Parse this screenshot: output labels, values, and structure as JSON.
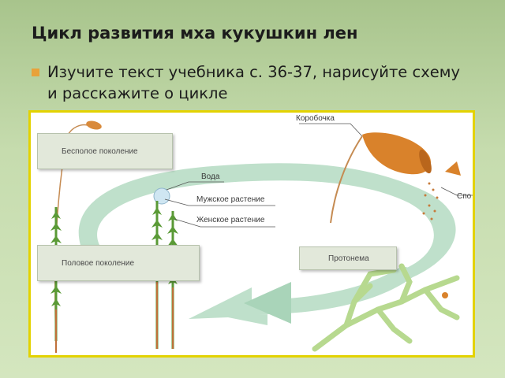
{
  "slide": {
    "title": "Цикл развития мха кукушкин лен",
    "bullet": "Изучите  текст учебника с. 36-37, нарисуйте схему и расскажите о цикле"
  },
  "diagram": {
    "labels": {
      "capsule": "Коробочка",
      "water": "Вода",
      "male_plant": "Мужское растение",
      "female_plant": "Женское растение",
      "spores": "Спо",
      "asexual_generation": "Бесполое поколение",
      "sexual_generation": "Половое поколение",
      "protonema": "Протонема"
    }
  },
  "colors": {
    "accent_bullet": "#e8a23a",
    "frame_border": "#e3d200",
    "cycle_arrow": "#b8dcc6",
    "moss_green": "#5a9a36",
    "capsule_orange": "#d9822b"
  }
}
